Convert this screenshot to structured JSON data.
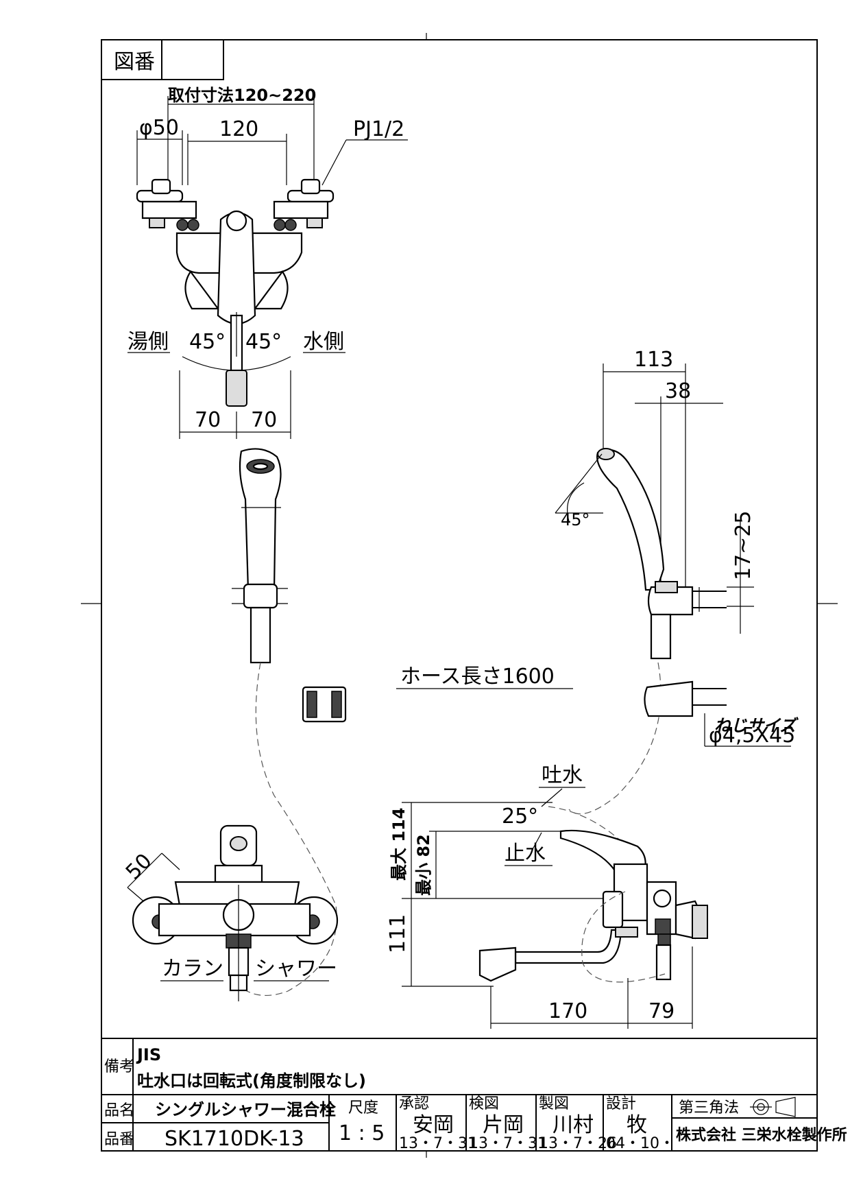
{
  "header": {
    "drawing_number_label": "図番",
    "drawing_number_value": ""
  },
  "dimensions": {
    "mount_range": "取付寸法120~220",
    "diameter_top": "φ50",
    "center_distance": "120",
    "thread": "PJ1/2",
    "hot_side": "湯側",
    "cold_side": "水側",
    "angle_left": "45°",
    "angle_right": "45°",
    "width_left": "70",
    "width_right": "70",
    "side_113": "113",
    "side_38": "38",
    "head_angle": "45°",
    "holder_range": "17~25",
    "hose_length": "ホース長さ1600",
    "screw_size_label": "ねじサイズ",
    "screw_size": "φ4,5X45",
    "spout_label": "吐水",
    "lever_angle": "25°",
    "stop_label": "止水",
    "max_height": "最大 114",
    "min_height": "最小 82",
    "base_height": "111",
    "spout_reach": "170",
    "body_depth": "79",
    "base_diameter": "50",
    "faucet_label": "カラン",
    "shower_label": "シャワー"
  },
  "title_block": {
    "remarks_label": "備考",
    "remarks_line1": "JIS",
    "remarks_line2": "吐水口は回転式(角度制限なし)",
    "product_name_label": "品名",
    "product_name": "シングルシャワー混合栓",
    "product_number_label": "品番",
    "product_number": "SK1710DK-13",
    "scale_label": "尺度",
    "scale_value": "1 : 5",
    "approval_label": "承認",
    "approval_name": "安岡",
    "approval_date": "13・7・31",
    "check_label": "検図",
    "check_name": "片岡",
    "check_date": "13・7・31",
    "drafting_label": "製図",
    "drafting_name": "川村",
    "drafting_date": "13・7・26",
    "design_label": "設計",
    "design_name": "牧",
    "design_date": "04・10・",
    "projection_label": "第三角法",
    "company": "株式会社 三栄水栓製作所"
  }
}
